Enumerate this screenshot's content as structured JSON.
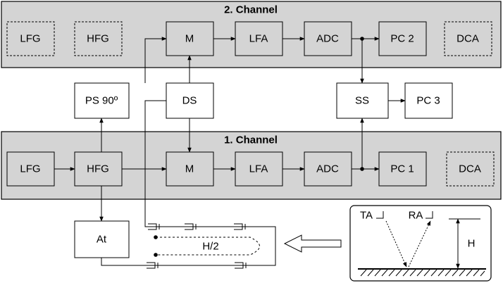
{
  "channels": {
    "top_title": "2. Channel",
    "bottom_title": "1. Channel"
  },
  "blocks": {
    "lfg": "LFG",
    "hfg": "HFG",
    "m": "M",
    "lfa": "LFA",
    "adc": "ADC",
    "pc1": "PC 1",
    "pc2": "PC 2",
    "pc3": "PC 3",
    "dca": "DCA",
    "ps90": "PS 90º",
    "ds": "DS",
    "ss": "SS",
    "at": "At"
  },
  "delay_line": {
    "label": "H/2"
  },
  "inset": {
    "ta": "TA",
    "ra": "RA",
    "h": "H"
  }
}
